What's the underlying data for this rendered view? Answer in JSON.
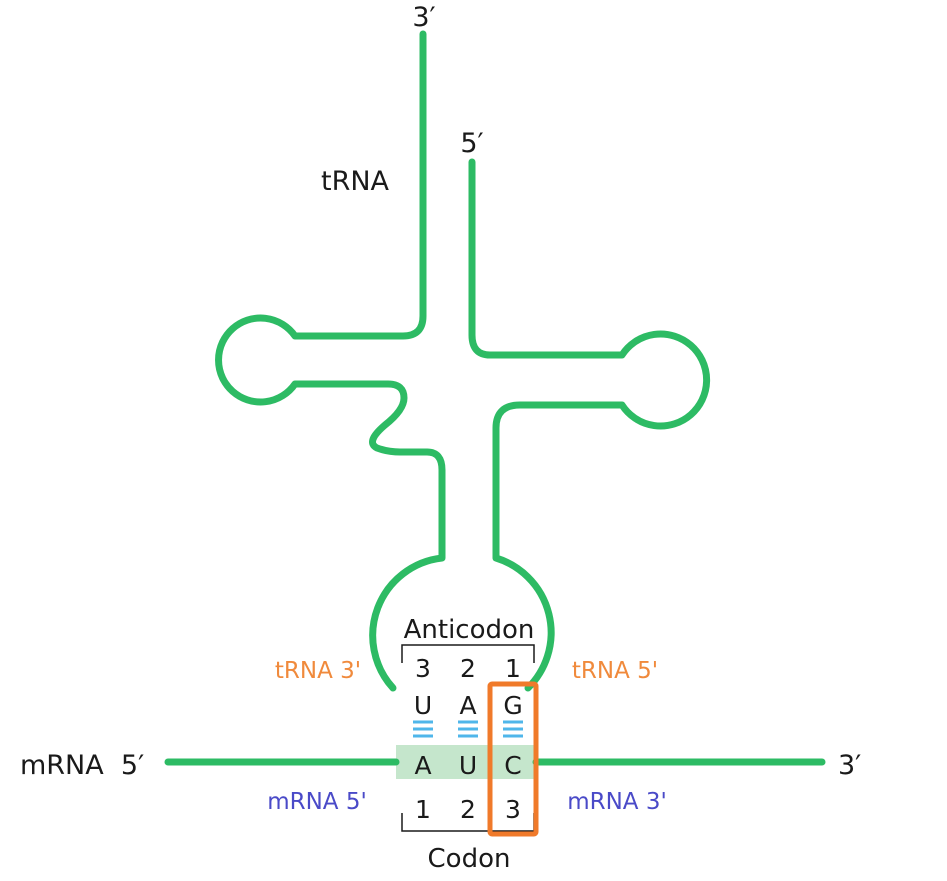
{
  "colors": {
    "strand": "#2dbb64",
    "codon_highlight": "#c5e6cc",
    "wobble_box": "#f07a2a",
    "pair_bonds": "#4fb6ea",
    "trna_end_labels": "#f08a3c",
    "mrna_end_labels": "#4a4ac8",
    "text": "#1a1a1a"
  },
  "trna": {
    "name": "tRNA",
    "top_3_prime": "3′",
    "top_5_prime": "5′",
    "left_end": "tRNA 3'",
    "right_end": "tRNA 5'"
  },
  "anticodon": {
    "title": "Anticodon",
    "positions": [
      "3",
      "2",
      "1"
    ],
    "bases": [
      "U",
      "A",
      "G"
    ]
  },
  "codon": {
    "title": "Codon",
    "positions": [
      "1",
      "2",
      "3"
    ],
    "bases": [
      "A",
      "U",
      "C"
    ]
  },
  "mrna": {
    "left_label": "mRNA  5′",
    "right_label": "3′",
    "left_end": "mRNA 5'",
    "right_end": "mRNA 3'"
  },
  "icons": {
    "bonds": "triple-line-base-pair-icon",
    "wobble": "wobble-position-highlight"
  }
}
